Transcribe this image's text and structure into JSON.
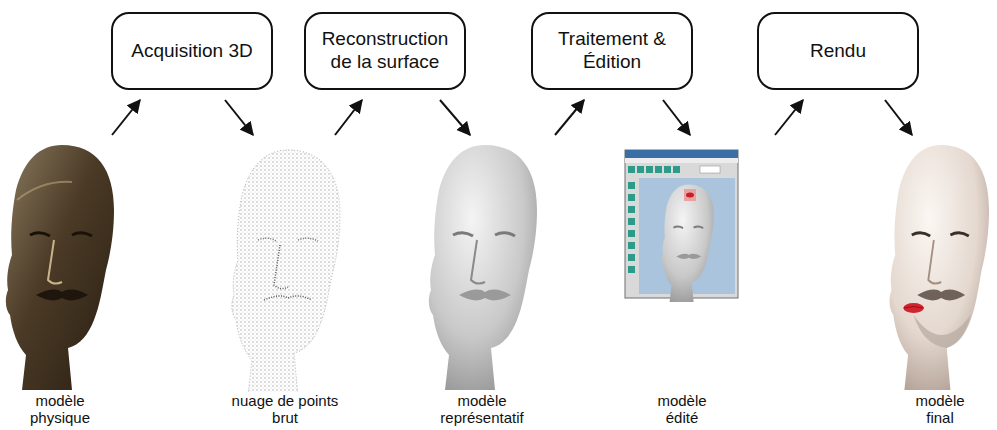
{
  "diagram": {
    "nodes": [
      {
        "text": [
          "Acquisition 3D"
        ]
      },
      {
        "text": [
          "Reconstruction de la surface"
        ]
      },
      {
        "text": [
          "Traitement & Édition"
        ]
      },
      {
        "text": [
          "Rendu"
        ]
      },
      {
        "text": [
          "modèle physique"
        ]
      },
      {
        "text": [
          "nuage de points brut"
        ]
      },
      {
        "text": [
          "modèle représentatif"
        ]
      },
      {
        "text": [
          "modèle édité"
        ]
      },
      {
        "text": [
          "modèle final"
        ]
      }
    ],
    "edges": [
      {
        "from": 4,
        "to": 0,
        "arrow": "to"
      },
      {
        "from": 0,
        "to": 5,
        "arrow": "to"
      },
      {
        "from": 5,
        "to": 1,
        "arrow": "to"
      },
      {
        "from": 1,
        "to": 6,
        "arrow": "to"
      },
      {
        "from": 6,
        "to": 2,
        "arrow": "to"
      },
      {
        "from": 2,
        "to": 7,
        "arrow": "to"
      },
      {
        "from": 7,
        "to": 3,
        "arrow": "to"
      },
      {
        "from": 3,
        "to": 8,
        "arrow": "to"
      }
    ]
  }
}
